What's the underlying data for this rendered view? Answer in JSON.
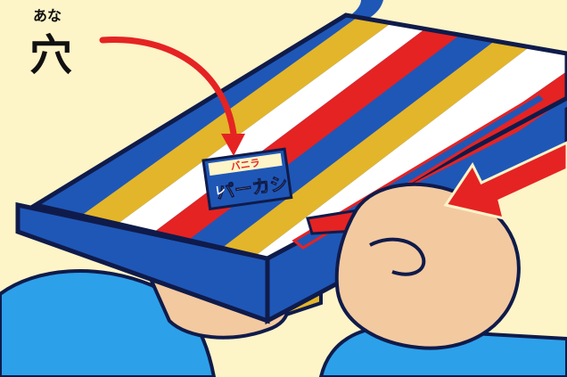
{
  "annotation": {
    "kanji": "穴",
    "reading": "あな"
  },
  "product_card": {
    "top_text": "バニラ",
    "main_text": "パーカシ",
    "corner_text": "レ"
  },
  "colors": {
    "background": "#fdf4c8",
    "box_blue": "#1f57b7",
    "stripe_red": "#e52323",
    "stripe_gold": "#e3b52a",
    "stripe_white": "#ffffff",
    "skin": "#f3c9a0",
    "sleeve": "#2da0ea",
    "arrow": "#e52323",
    "outline": "#0f1b4a"
  }
}
